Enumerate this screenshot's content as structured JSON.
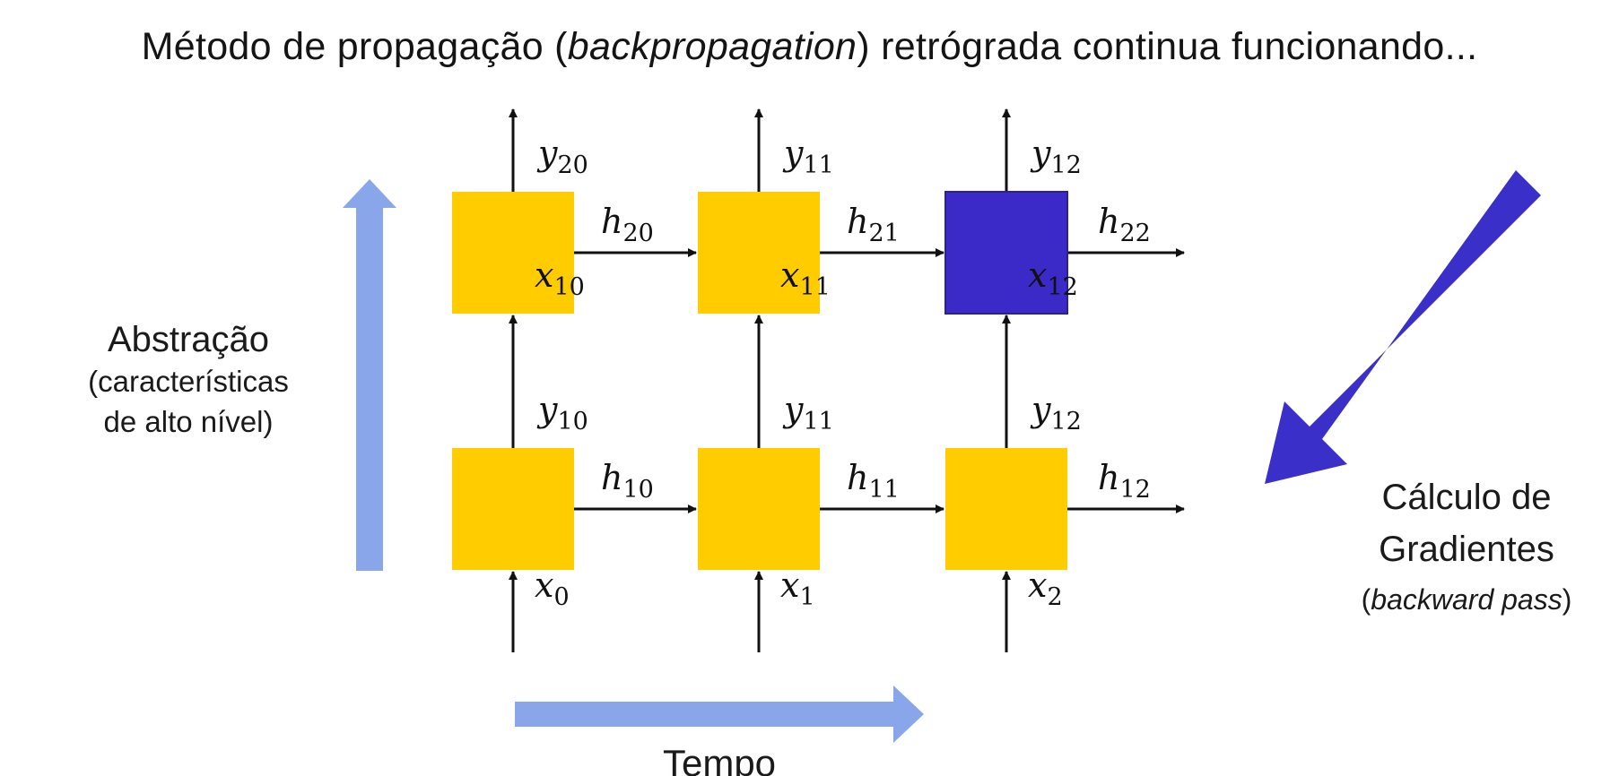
{
  "title": {
    "prefix": "Método de propagação (",
    "emphasis": "backpropagation",
    "suffix": ") retrógrada continua funcionando..."
  },
  "left_caption": {
    "line1": "Abstração",
    "line2": "(características",
    "line3": "de alto nível)"
  },
  "right_caption": {
    "line1": "Cálculo de",
    "line2": "Gradientes",
    "line3_prefix": "(",
    "line3_emphasis": "backward pass",
    "line3_suffix": ")"
  },
  "bottom_caption": "Tempo",
  "colors": {
    "cell": "#ffcc00",
    "active_cell": "#3b2ac8",
    "guide_arrow": "#8aa6ea",
    "gradient_arrow": "#3b2fc9",
    "line": "#111111"
  },
  "nodes": [
    {
      "layer": 1,
      "step": 0,
      "active": false,
      "output": {
        "base": "y",
        "sub": "20"
      },
      "input": {
        "base": "x",
        "sub": "10"
      },
      "hidden": {
        "base": "h",
        "sub": "20"
      }
    },
    {
      "layer": 1,
      "step": 1,
      "active": false,
      "output": {
        "base": "y",
        "sub": "11"
      },
      "input": {
        "base": "x",
        "sub": "11"
      },
      "hidden": {
        "base": "h",
        "sub": "21"
      }
    },
    {
      "layer": 1,
      "step": 2,
      "active": true,
      "output": {
        "base": "y",
        "sub": "12"
      },
      "input": {
        "base": "x",
        "sub": "12"
      },
      "hidden": {
        "base": "h",
        "sub": "22"
      }
    },
    {
      "layer": 0,
      "step": 0,
      "active": false,
      "output": {
        "base": "y",
        "sub": "10"
      },
      "input": {
        "base": "x",
        "sub": "0"
      },
      "hidden": {
        "base": "h",
        "sub": "10"
      }
    },
    {
      "layer": 0,
      "step": 1,
      "active": false,
      "output": {
        "base": "y",
        "sub": "11"
      },
      "input": {
        "base": "x",
        "sub": "1"
      },
      "hidden": {
        "base": "h",
        "sub": "11"
      }
    },
    {
      "layer": 0,
      "step": 2,
      "active": false,
      "output": {
        "base": "y",
        "sub": "12"
      },
      "input": {
        "base": "x",
        "sub": "2"
      },
      "hidden": {
        "base": "h",
        "sub": "12"
      }
    }
  ]
}
